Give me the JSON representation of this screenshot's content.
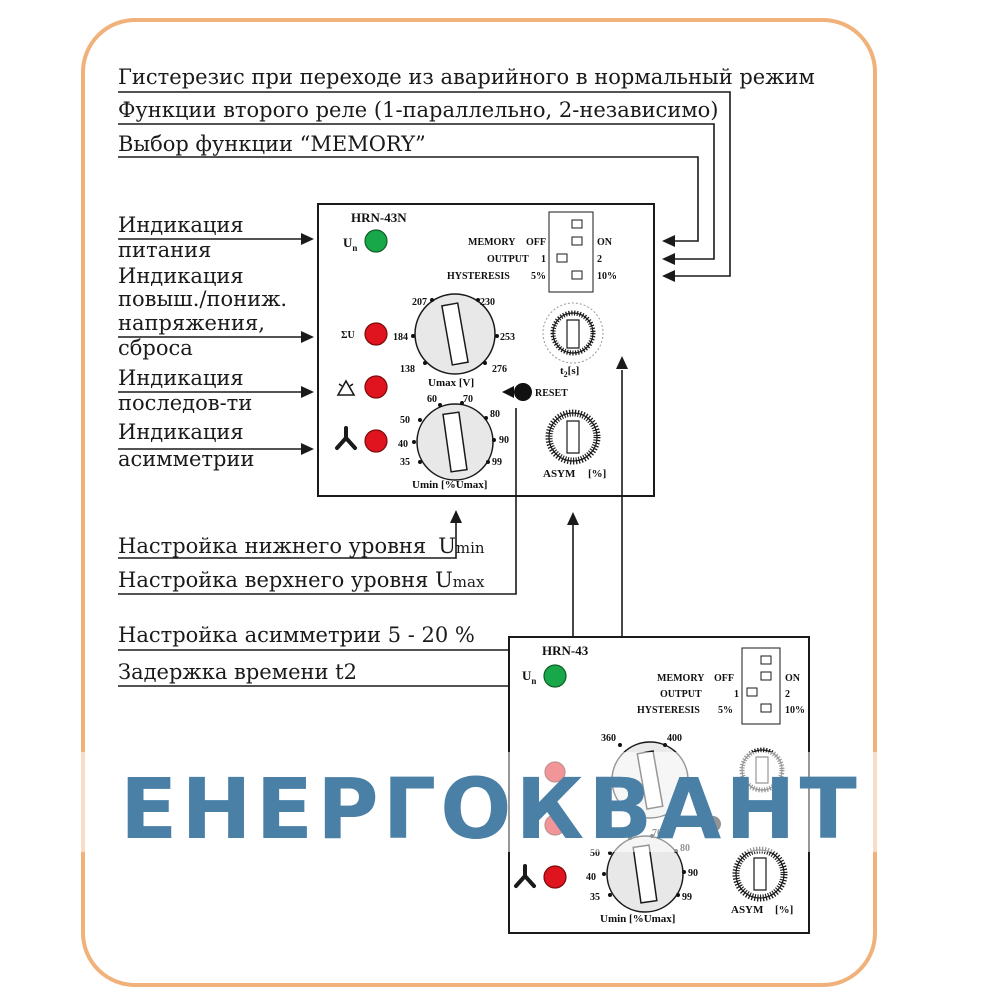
{
  "labels_top": [
    "Гистерезис при переходе из аварийного в нормальный режим",
    "Функции второго реле (1-параллельно, 2-независимо)",
    "Выбор функции “MEMORY”"
  ],
  "labels_left": [
    [
      "Индикация",
      "питания"
    ],
    [
      "Индикация",
      "повыш./пониж.",
      "напряжения,",
      "сброса"
    ],
    [
      "Индикация",
      "последов-ти"
    ],
    [
      "Индикация",
      "асимметрии"
    ]
  ],
  "labels_bottom": {
    "lower_prefix": "Настройка нижнего уровня",
    "lower_sym": "U",
    "lower_sub": "min",
    "upper_prefix": "Настройка верхнего уровня U",
    "upper_sub": "max",
    "asym": "Настройка асимметрии 5 - 20 %",
    "delay": "Задержка времени t2"
  },
  "panel1": {
    "title": "HRN-43N",
    "un_label": "U",
    "un_sub": "n",
    "su_label": "ΣU",
    "switch_memory": "MEMORY",
    "switch_off": "OFF",
    "switch_on": "ON",
    "switch_output": "OUTPUT",
    "switch_1": "1",
    "switch_2": "2",
    "switch_hyst": "HYSTERESIS",
    "switch_5": "5%",
    "switch_10": "10%",
    "umax_ticks": [
      "207",
      "230",
      "184",
      "253",
      "138",
      "276"
    ],
    "umax_label": "Umax [V]",
    "umin_ticks": [
      "60",
      "70",
      "50",
      "80",
      "40",
      "90",
      "35",
      "99"
    ],
    "umin_label": "Umin [%Umax]",
    "t2_label": "t",
    "t2_sub": "2",
    "t2_unit": "[s]",
    "reset": "RESET",
    "asym_label": "ASYM",
    "asym_unit": "[%]"
  },
  "panel2": {
    "title": "HRN-43",
    "un_label": "U",
    "un_sub": "n",
    "switch_memory": "MEMORY",
    "switch_off": "OFF",
    "switch_on": "ON",
    "switch_output": "OUTPUT",
    "switch_1": "1",
    "switch_2": "2",
    "switch_hyst": "HYSTERESIS",
    "switch_5": "5%",
    "switch_10": "10%",
    "umax_ticks": [
      "360",
      "400"
    ],
    "umin_ticks": [
      "60",
      "70",
      "50",
      "80",
      "40",
      "90",
      "35",
      "99"
    ],
    "umin_label": "Umin [%Umax]",
    "asym_label": "ASYM",
    "asym_unit": "[%]"
  },
  "watermark": "ЕНЕРГОКВАНТ",
  "colors": {
    "frame": "#f0b27a",
    "led_green": "#18a84a",
    "led_red": "#e0141e",
    "watermark": "#4a7fa6"
  }
}
